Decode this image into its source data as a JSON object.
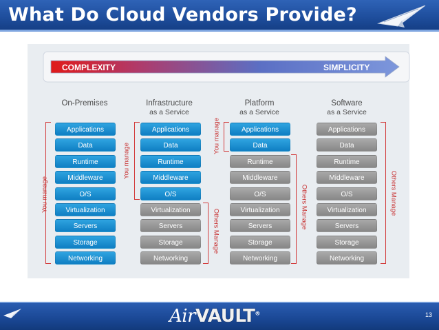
{
  "slide": {
    "title": "What Do Cloud Vendors Provide?",
    "page_number": "13"
  },
  "arrow": {
    "left_label": "COMPLEXITY",
    "right_label": "SIMPLICITY"
  },
  "columns": [
    {
      "title": "On-Premises",
      "subtitle": "",
      "items": [
        "Applications",
        "Data",
        "Runtime",
        "Middleware",
        "O/S",
        "Virtualization",
        "Servers",
        "Storage",
        "Networking"
      ],
      "managed_by_you": 9
    },
    {
      "title": "Infrastructure",
      "subtitle": "as a Service",
      "items": [
        "Applications",
        "Data",
        "Runtime",
        "Middleware",
        "O/S",
        "Virtualization",
        "Servers",
        "Storage",
        "Networking"
      ],
      "managed_by_you": 5
    },
    {
      "title": "Platform",
      "subtitle": "as a Service",
      "items": [
        "Applications",
        "Data",
        "Runtime",
        "Middleware",
        "O/S",
        "Virtualization",
        "Servers",
        "Storage",
        "Networking"
      ],
      "managed_by_you": 2
    },
    {
      "title": "Software",
      "subtitle": "as a Service",
      "items": [
        "Applications",
        "Data",
        "Runtime",
        "Middleware",
        "O/S",
        "Virtualization",
        "Servers",
        "Storage",
        "Networking"
      ],
      "managed_by_you": 0
    }
  ],
  "labels": {
    "you_manage": "You manage",
    "others_manage": "Others Manage"
  },
  "footer": {
    "logo_air": "Air",
    "logo_vault": "VAULT"
  },
  "colors": {
    "title_bar": "#1f4f9e",
    "you_manage_block": "#0f7fc3",
    "others_manage_block": "#878787",
    "bracket": "#d23a3a"
  }
}
